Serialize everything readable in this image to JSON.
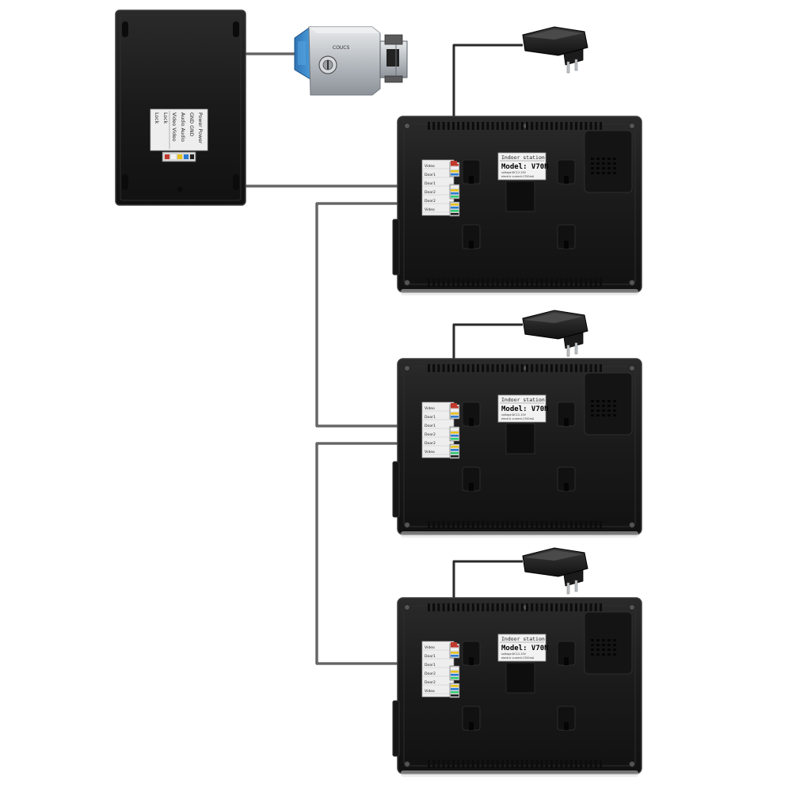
{
  "outdoor_unit": {
    "terminal_labels": [
      "Lock",
      "Lock",
      "Video Video",
      "Audio Audio",
      "GND GND",
      "Power Power"
    ]
  },
  "lock": {
    "brand": "COUCS"
  },
  "monitors": [
    {
      "label_title": "Indoor station",
      "model": "Model: V70N",
      "spec_1": "voltage:DC12-15V",
      "spec_2": "electric current:1700mA",
      "ports": [
        "Video",
        "Door1",
        "Door1",
        "Door2",
        "Door2",
        "Video"
      ]
    },
    {
      "label_title": "Indoor station",
      "model": "Model: V70N",
      "spec_1": "voltage:DC12-15V",
      "spec_2": "electric current:1700mA",
      "ports": [
        "Video",
        "Door1",
        "Door1",
        "Door2",
        "Door2",
        "Video"
      ]
    },
    {
      "label_title": "Indoor station",
      "model": "Model: V70N",
      "spec_1": "voltage:DC12-15V",
      "spec_2": "electric current:1700mA",
      "ports": [
        "Video",
        "Door1",
        "Door1",
        "Door2",
        "Door2",
        "Video"
      ]
    }
  ],
  "colors": {
    "device_body": "#1c1c1c",
    "device_edge": "#3a3a3a",
    "wire": "#2a2a2a",
    "lock_blue": "#3b86c8",
    "lock_metal": "#c9cdd1",
    "label_bg": "#f2f2f2"
  },
  "icons": [
    "power-adapter-icon",
    "electric-lock-icon",
    "screw-icon",
    "speaker-grille-icon"
  ]
}
